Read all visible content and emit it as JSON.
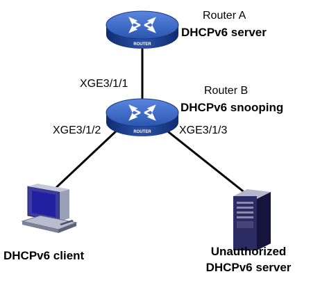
{
  "routers": [
    {
      "name": "Router A",
      "role": "DHCPv6 server",
      "badge": "ROUTER"
    },
    {
      "name": "Router B",
      "role": "DHCPv6 snooping",
      "badge": "ROUTER"
    }
  ],
  "interfaces": {
    "a_to_b": "XGE3/1/1",
    "b_to_client": "XGE3/1/2",
    "b_to_server": "XGE3/1/3"
  },
  "client": {
    "label": "DHCPv6 client"
  },
  "rogue_server": {
    "line1": "Unauthorized",
    "line2": "DHCPv6 server"
  },
  "colors": {
    "router_top": "#2e5fbf",
    "router_body": "#1c3f8c",
    "link": "#000000"
  }
}
